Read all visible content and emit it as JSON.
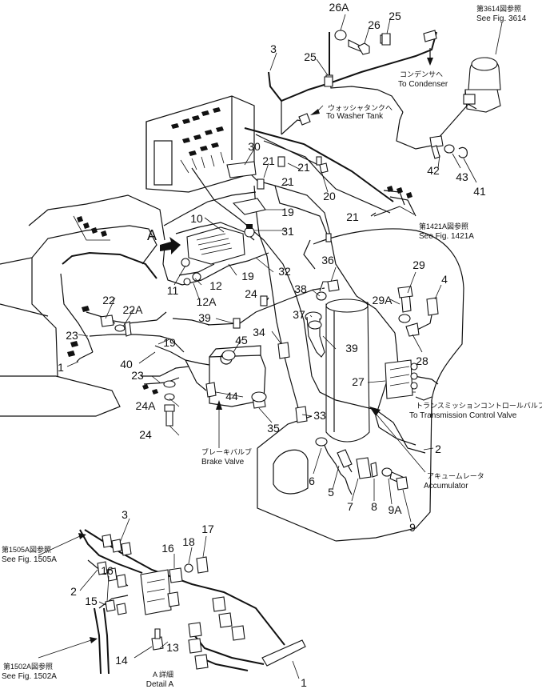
{
  "callouts": [
    {
      "id": "c26A",
      "text": "26A"
    },
    {
      "id": "c26",
      "text": "26"
    },
    {
      "id": "c25a",
      "text": "25"
    },
    {
      "id": "c25b",
      "text": "25"
    },
    {
      "id": "c3a",
      "text": "3"
    },
    {
      "id": "c30",
      "text": "30"
    },
    {
      "id": "c21a",
      "text": "21"
    },
    {
      "id": "c21b",
      "text": "21"
    },
    {
      "id": "c21c",
      "text": "21"
    },
    {
      "id": "c21d",
      "text": "21"
    },
    {
      "id": "c20",
      "text": "20"
    },
    {
      "id": "c19a",
      "text": "19"
    },
    {
      "id": "c19b",
      "text": "19"
    },
    {
      "id": "c19c",
      "text": "19"
    },
    {
      "id": "c10",
      "text": "10"
    },
    {
      "id": "c31",
      "text": "31"
    },
    {
      "id": "c32",
      "text": "32"
    },
    {
      "id": "c42",
      "text": "42"
    },
    {
      "id": "c43",
      "text": "43"
    },
    {
      "id": "c41",
      "text": "41"
    },
    {
      "id": "cA",
      "text": "A"
    },
    {
      "id": "c12",
      "text": "12"
    },
    {
      "id": "c12A",
      "text": "12A"
    },
    {
      "id": "c11",
      "text": "11"
    },
    {
      "id": "c22",
      "text": "22"
    },
    {
      "id": "c22A",
      "text": "22A"
    },
    {
      "id": "c23a",
      "text": "23"
    },
    {
      "id": "c23b",
      "text": "23"
    },
    {
      "id": "c1a",
      "text": "1"
    },
    {
      "id": "c40",
      "text": "40"
    },
    {
      "id": "c24A",
      "text": "24A"
    },
    {
      "id": "c24a",
      "text": "24"
    },
    {
      "id": "c24b",
      "text": "24"
    },
    {
      "id": "c39a",
      "text": "39"
    },
    {
      "id": "c39b",
      "text": "39"
    },
    {
      "id": "c34",
      "text": "34"
    },
    {
      "id": "c45",
      "text": "45"
    },
    {
      "id": "c44",
      "text": "44"
    },
    {
      "id": "c35",
      "text": "35"
    },
    {
      "id": "c33",
      "text": "33"
    },
    {
      "id": "c36",
      "text": "36"
    },
    {
      "id": "c38",
      "text": "38"
    },
    {
      "id": "c37",
      "text": "37"
    },
    {
      "id": "c29",
      "text": "29"
    },
    {
      "id": "c29A",
      "text": "29A"
    },
    {
      "id": "c4",
      "text": "4"
    },
    {
      "id": "c28",
      "text": "28"
    },
    {
      "id": "c27",
      "text": "27"
    },
    {
      "id": "c2a",
      "text": "2"
    },
    {
      "id": "c6",
      "text": "6"
    },
    {
      "id": "c5",
      "text": "5"
    },
    {
      "id": "c7",
      "text": "7"
    },
    {
      "id": "c8",
      "text": "8"
    },
    {
      "id": "c9A",
      "text": "9A"
    },
    {
      "id": "c9",
      "text": "9"
    },
    {
      "id": "c3b",
      "text": "3"
    },
    {
      "id": "c2b",
      "text": "2"
    },
    {
      "id": "c16a",
      "text": "16"
    },
    {
      "id": "c16b",
      "text": "16"
    },
    {
      "id": "c18",
      "text": "18"
    },
    {
      "id": "c17",
      "text": "17"
    },
    {
      "id": "c15",
      "text": "15"
    },
    {
      "id": "c13",
      "text": "13"
    },
    {
      "id": "c14",
      "text": "14"
    },
    {
      "id": "c1b",
      "text": "1"
    }
  ],
  "notes": {
    "fig3614_jp": "第3614図参照",
    "fig3614_en": "See Fig. 3614",
    "condenser_jp": "コンデンサへ",
    "condenser_en": "To Condenser",
    "washer_jp": "ウォッシャタンクへ",
    "washer_en": "To Washer Tank",
    "fig1421A_jp": "第1421A図参照",
    "fig1421A_en": "See Fig. 1421A",
    "transmission_jp": "トランスミッションコントロールバルブへ",
    "transmission_en": "To Transmission Control Valve",
    "brake_jp": "ブレーキバルブ",
    "brake_en": "Brake Valve",
    "accumulator_jp": "アキュームレータ",
    "accumulator_en": "Accumulator",
    "fig1505A_jp": "第1505A図参照",
    "fig1505A_en": "See Fig. 1505A",
    "fig1502A_jp": "第1502A図参照",
    "fig1502A_en": "See Fig. 1502A",
    "detail_jp": "A 詳細",
    "detail_en": "Detail A"
  },
  "icons": [
    "arrow-icon",
    "bolt-icon",
    "washer-icon",
    "connector-icon",
    "clip-icon"
  ]
}
